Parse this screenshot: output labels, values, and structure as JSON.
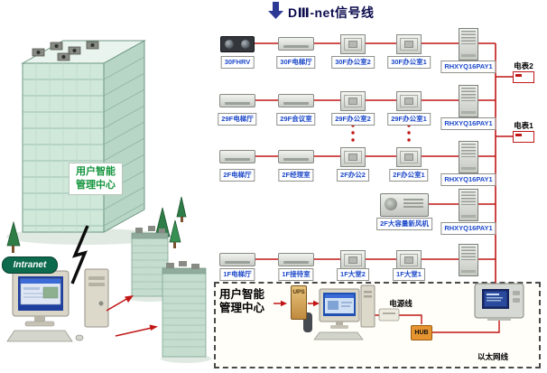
{
  "diagram_title": "DⅢ-net信号线",
  "building": {
    "center_label": [
      "用户智能",
      "管理中心"
    ],
    "intranet_badge": "Intranet"
  },
  "signal_rows": [
    {
      "units": [
        "30FHRV",
        "30F电梯厅",
        "30F办公室2",
        "30F办公室1",
        "RHXYQ16PAY1"
      ]
    },
    {
      "units": [
        "29F电梯厅",
        "29F会议室",
        "29F办公室2",
        "29F办公室1",
        "RHXYQ16PAY1"
      ]
    },
    {
      "units": [
        "2F电梯厅",
        "2F经理室",
        "2F办公2",
        "2F办公室1",
        "RHXYQ16PAY1"
      ]
    },
    {
      "units": [
        "2F大容量新风机",
        "RHXYQ16PAY1"
      ]
    },
    {
      "units": [
        "1F电梯厅",
        "1F接待室",
        "1F大堂2",
        "1F大堂1"
      ]
    }
  ],
  "meters": {
    "meter2": "电表2",
    "meter1": "电表1"
  },
  "control_room": {
    "title": [
      "用户智能",
      "管理中心"
    ],
    "ups_label": "UPS",
    "power_line_label": "电源线",
    "hub_label": "HUB",
    "ethernet_label": "以太网线"
  },
  "icons": {
    "hrv": "hrv-ventilation-unit",
    "duct": "ducted-indoor-unit",
    "cassette": "ceiling-cassette-unit",
    "outdoor": "outdoor-unit",
    "fresh_air": "fresh-air-processing-unit",
    "meter": "electric-meter",
    "controller": "touch-controller",
    "computer": "management-workstation"
  },
  "colors": {
    "signal_line": "#c11616",
    "title_arrow": "#2c3a96",
    "unit_label_text": "#1d49c9",
    "building_label_text": "#15953f"
  }
}
